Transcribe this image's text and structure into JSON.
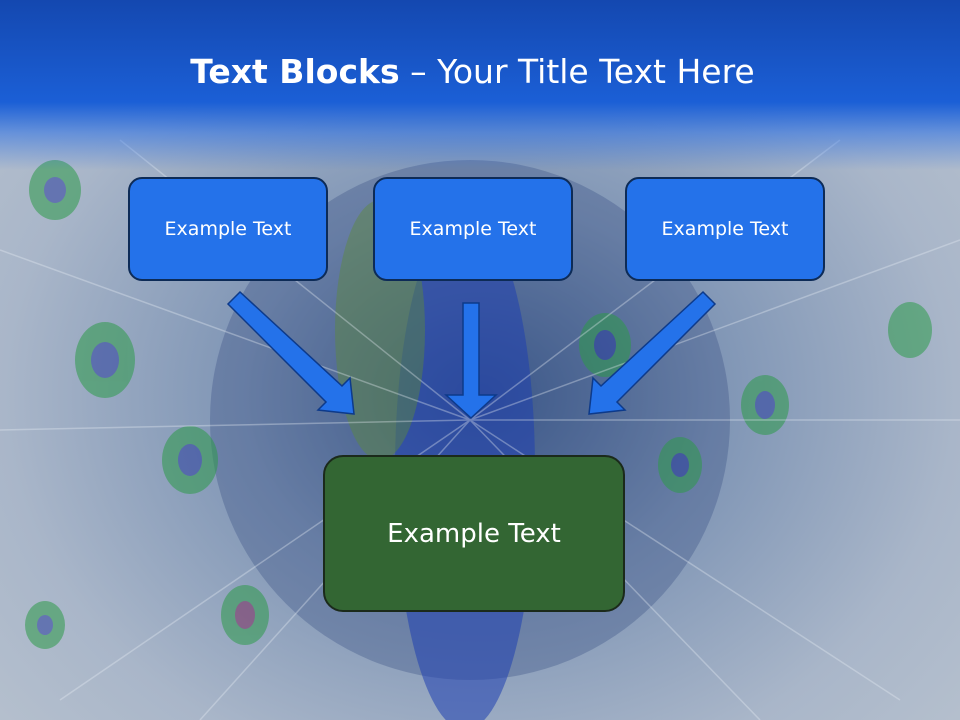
{
  "slide": {
    "title_bold": "Text Blocks",
    "title_dash": " – ",
    "title_rest": "Your Title Text Here"
  },
  "top_boxes": [
    {
      "label": "Example Text"
    },
    {
      "label": "Example Text"
    },
    {
      "label": "Example Text"
    }
  ],
  "bottom_box": {
    "label": "Example Text"
  },
  "colors": {
    "header_blue": "#1b5fd6",
    "box_blue": "#2472ea",
    "box_green": "#336633",
    "arrow_blue": "#2472ea"
  }
}
